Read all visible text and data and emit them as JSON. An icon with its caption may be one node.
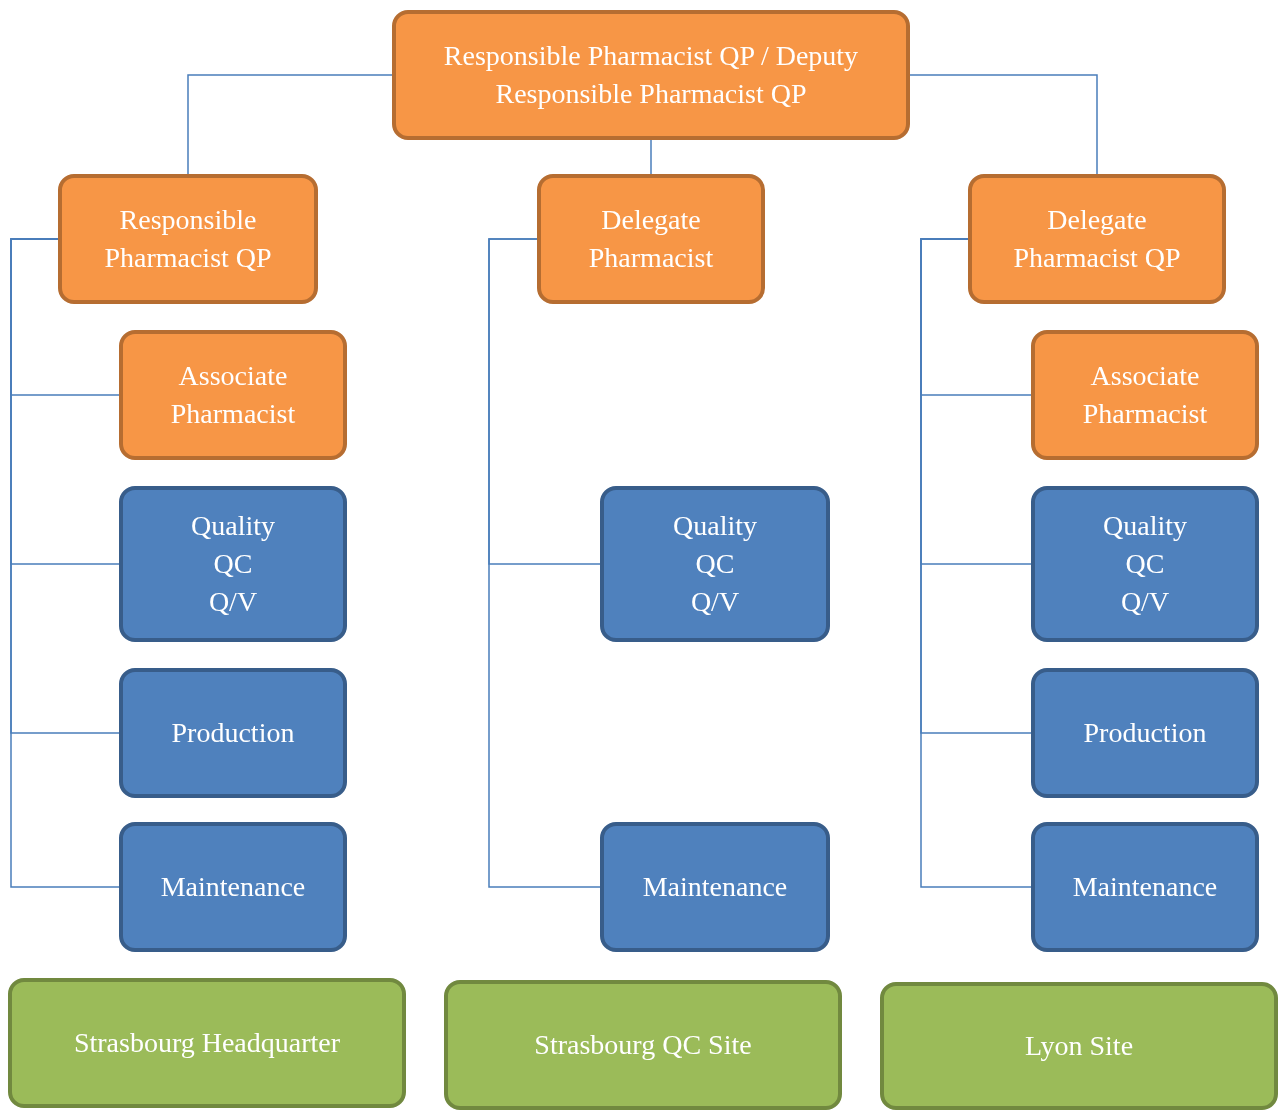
{
  "diagram": {
    "nodes": [
      {
        "text": [
          "Responsible Pharmacist QP / Deputy Responsible Pharmacist QP"
        ]
      },
      {
        "text": [
          "Responsible Pharmacist QP"
        ]
      },
      {
        "text": [
          "Delegate Pharmacist"
        ]
      },
      {
        "text": [
          "Delegate Pharmacist QP"
        ]
      },
      {
        "text": [
          "Associate Pharmacist"
        ]
      },
      {
        "text": [
          "Quality",
          "QC",
          "Q/V"
        ]
      },
      {
        "text": [
          "Production"
        ]
      },
      {
        "text": [
          "Maintenance"
        ]
      },
      {
        "text": [
          "Quality",
          "QC",
          "Q/V"
        ]
      },
      {
        "text": [
          "Maintenance"
        ]
      },
      {
        "text": [
          "Associate Pharmacist"
        ]
      },
      {
        "text": [
          "Quality",
          "QC",
          "Q/V"
        ]
      },
      {
        "text": [
          "Production"
        ]
      },
      {
        "text": [
          "Maintenance"
        ]
      },
      {
        "text": [
          "Strasbourg Headquarter"
        ]
      },
      {
        "text": [
          "Strasbourg QC Site"
        ]
      },
      {
        "text": [
          "Lyon Site"
        ]
      }
    ],
    "edges": [
      {
        "from": 0,
        "to": 1,
        "arrow": "none"
      },
      {
        "from": 0,
        "to": 2,
        "arrow": "none"
      },
      {
        "from": 0,
        "to": 3,
        "arrow": "none"
      },
      {
        "from": 1,
        "to": 4,
        "arrow": "none"
      },
      {
        "from": 1,
        "to": 5,
        "arrow": "none"
      },
      {
        "from": 1,
        "to": 6,
        "arrow": "none"
      },
      {
        "from": 1,
        "to": 7,
        "arrow": "none"
      },
      {
        "from": 2,
        "to": 8,
        "arrow": "none"
      },
      {
        "from": 2,
        "to": 9,
        "arrow": "none"
      },
      {
        "from": 3,
        "to": 10,
        "arrow": "none"
      },
      {
        "from": 3,
        "to": 11,
        "arrow": "none"
      },
      {
        "from": 3,
        "to": 12,
        "arrow": "none"
      },
      {
        "from": 3,
        "to": 13,
        "arrow": "none"
      }
    ]
  }
}
